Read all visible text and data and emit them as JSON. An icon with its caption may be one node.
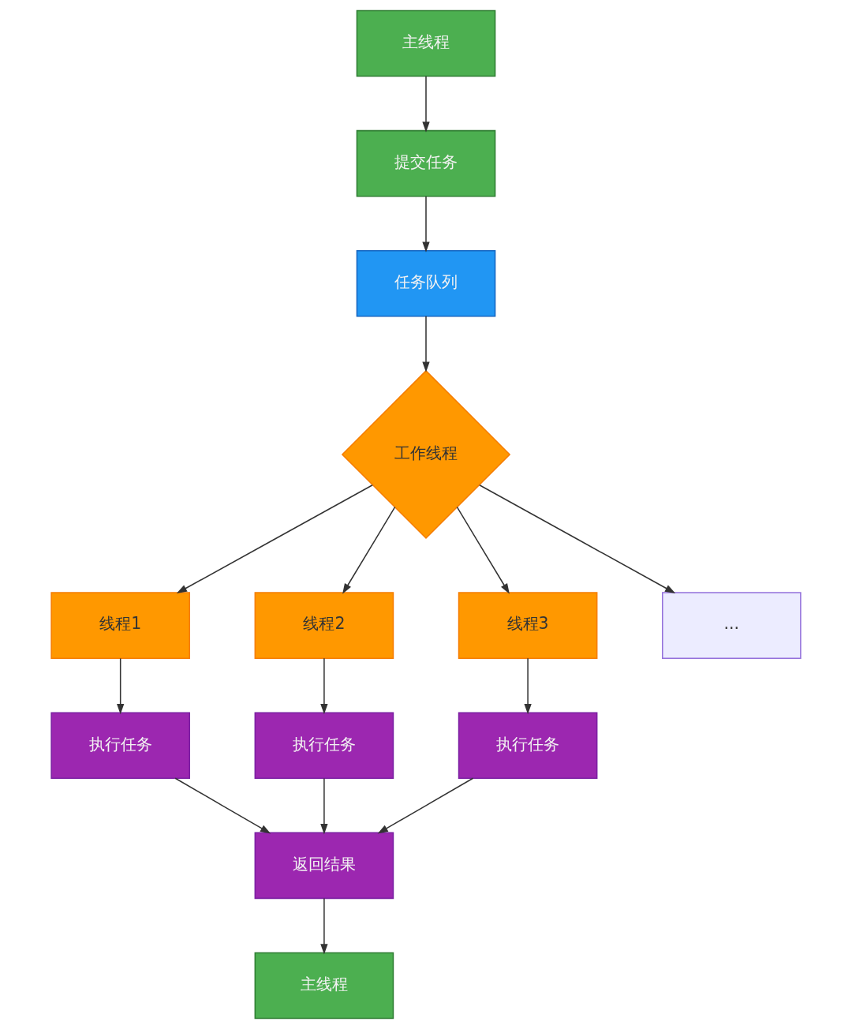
{
  "diagram": {
    "nodes": [
      {
        "text": [
          "主线程"
        ]
      },
      {
        "text": [
          "提交任务"
        ]
      },
      {
        "text": [
          "任务队列"
        ]
      },
      {
        "text": [
          "工作线程"
        ]
      },
      {
        "text": [
          "线程1"
        ]
      },
      {
        "text": [
          "线程2"
        ]
      },
      {
        "text": [
          "线程3"
        ]
      },
      {
        "text": [
          "..."
        ]
      },
      {
        "text": [
          "执行任务"
        ]
      },
      {
        "text": [
          "执行任务"
        ]
      },
      {
        "text": [
          "执行任务"
        ]
      },
      {
        "text": [
          "返回结果"
        ]
      },
      {
        "text": [
          "主线程"
        ]
      }
    ],
    "edges": [
      {
        "from": 0,
        "to": 1,
        "arrow": "to"
      },
      {
        "from": 1,
        "to": 2,
        "arrow": "to"
      },
      {
        "from": 2,
        "to": 3,
        "arrow": "to"
      },
      {
        "from": 3,
        "to": 4,
        "arrow": "to"
      },
      {
        "from": 3,
        "to": 5,
        "arrow": "to"
      },
      {
        "from": 3,
        "to": 6,
        "arrow": "to"
      },
      {
        "from": 3,
        "to": 7,
        "arrow": "to"
      },
      {
        "from": 4,
        "to": 8,
        "arrow": "to"
      },
      {
        "from": 5,
        "to": 9,
        "arrow": "to"
      },
      {
        "from": 6,
        "to": 10,
        "arrow": "to"
      },
      {
        "from": 8,
        "to": 11,
        "arrow": "to"
      },
      {
        "from": 9,
        "to": 11,
        "arrow": "to"
      },
      {
        "from": 10,
        "to": 11,
        "arrow": "to"
      },
      {
        "from": 11,
        "to": 12,
        "arrow": "to"
      }
    ]
  }
}
